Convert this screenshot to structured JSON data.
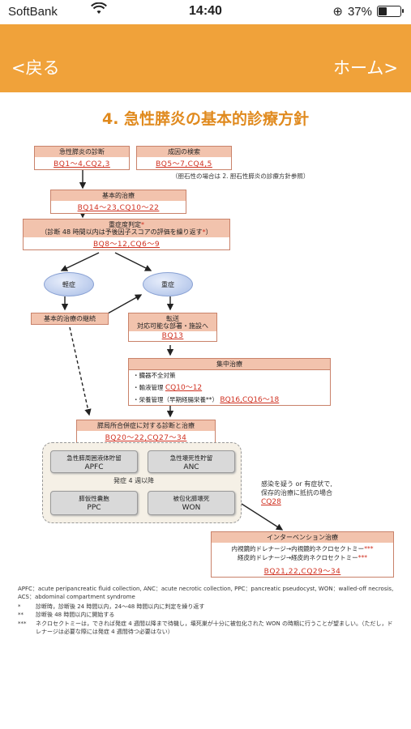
{
  "status_bar": {
    "carrier": "SoftBank",
    "time": "14:40",
    "battery": "37%"
  },
  "nav": {
    "back": "<戻る",
    "home": "ホーム>"
  },
  "page_title": "4. 急性膵炎の基本的診療方針",
  "diagram": {
    "diag": {
      "title": "急性膵炎の診断",
      "ref": "BQ1～4,CQ2,3"
    },
    "cause": {
      "title": "成因の検索",
      "ref": "BQ5～7,CQ4,5"
    },
    "gallstone_note": "（胆石性の場合は 2. 胆石性膵炎の診療方針参照）",
    "basic": {
      "title": "基本的治療",
      "ref": "BQ14～23,CQ10～22"
    },
    "severity": {
      "title": "重症度判定",
      "star": "*",
      "sub": "（診断 48 時間以内は予後因子スコアの評価を繰り返す",
      "sub_star": "*",
      "sub_end": "）",
      "ref": "BQ8～12,CQ6～9"
    },
    "mild": "軽症",
    "severe": "重症",
    "continue": "基本的治療の継続",
    "transfer": {
      "title": "転送",
      "sub": "対応可能な部署・施設へ",
      "ref": "BQ13"
    },
    "intensive": {
      "title": "集中治療",
      "items": [
        {
          "text": "・臓器不全対策",
          "ref": ""
        },
        {
          "text": "・輸液管理",
          "ref": "CQ10～12"
        },
        {
          "text": "・栄養管理（早期経腸栄養**）",
          "ref": "BQ16,CQ16～18"
        }
      ]
    },
    "local": {
      "title": "膵局所合併症に対する診断と治療",
      "ref": "BQ20～22,CQ27～34"
    },
    "apfc": {
      "title": "急性膵周囲液体貯留",
      "abbr": "APFC"
    },
    "anc": {
      "title": "急性壊死性貯留",
      "abbr": "ANC"
    },
    "after4w": "発症 4 週以降",
    "ppc": {
      "title": "膵仮性嚢胞",
      "abbr": "PPC"
    },
    "won": {
      "title": "被包化膵壊死",
      "abbr": "WON"
    },
    "infection_note": {
      "line1": "感染を疑う or 有症状で,",
      "line2": "保存的治療に抵抗の場合",
      "ref": "CQ28"
    },
    "intervention": {
      "title": "インターベンション治療",
      "line1": "内視鏡的ドレナージ→内視鏡的ネクロセクトミー",
      "line2": "経皮的ドレナージ→経皮的ネクロセクトミー",
      "stars": "***",
      "ref": "BQ21,22,CQ29～34"
    }
  },
  "footnotes": {
    "abbrev": "APFC：acute peripancreatic fluid collection, ANC：acute necrotic collection, PPC：pancreatic pseudocyst, WON：walled-off necrosis, ACS：abdominal compartment syndrome",
    "notes": [
      {
        "mark": "*",
        "text": "診断時，診断後 24 時間以内，24～48 時間以内に判定を繰り返す"
      },
      {
        "mark": "**",
        "text": "診断後 48 時間以内に開始する"
      },
      {
        "mark": "***",
        "text": "ネクロセクトミーは，できれば発症 4 週間以降まで待機し，壊死巣が十分に被包化された WON の時期に行うことが望ましい。（ただし，ドレナージは必要な際には発症 4 週間待つ必要はない）"
      }
    ]
  }
}
